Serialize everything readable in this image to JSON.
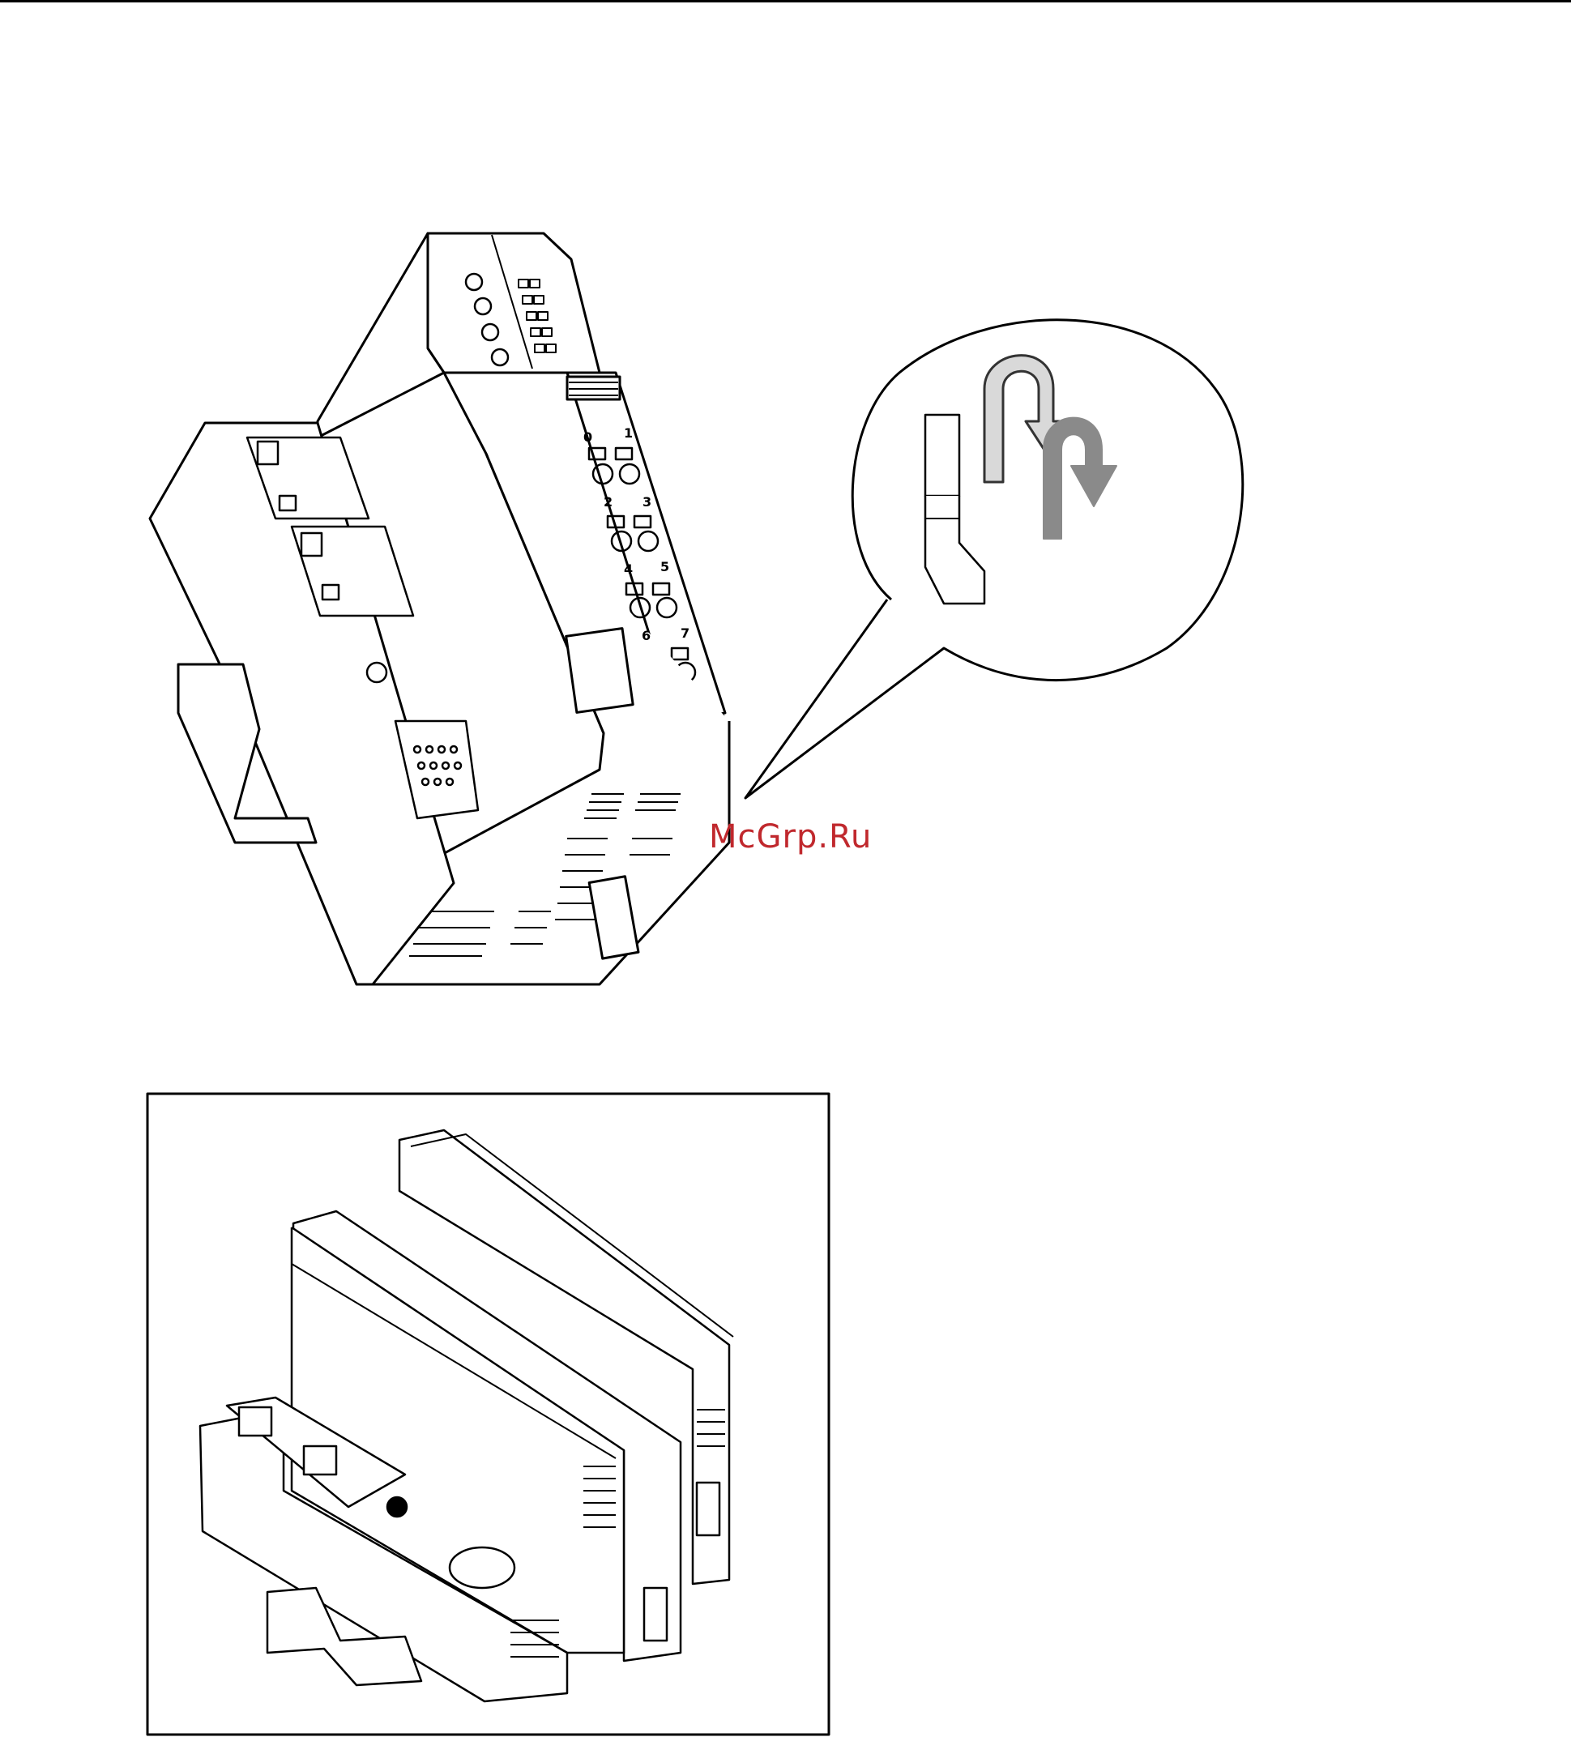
{
  "watermark": {
    "text": "McGrp.Ru",
    "color": "#c0282d"
  },
  "figure_top": {
    "terminal_numbers": [
      "0",
      "1",
      "2",
      "3",
      "4",
      "5",
      "6",
      "7"
    ]
  },
  "colors": {
    "line": "#000000",
    "arrow_fill": "#d9d9d9",
    "arrow_gray": "#8a8a8a",
    "watermark": "#c0282d"
  }
}
